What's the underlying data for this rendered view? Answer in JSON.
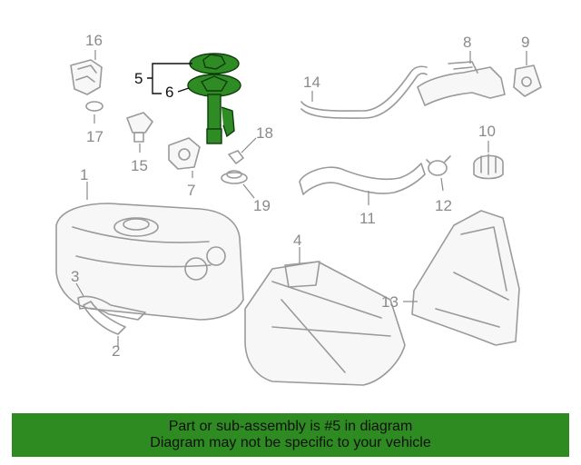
{
  "callouts": {
    "c1": "1",
    "c2": "2",
    "c3": "3",
    "c4": "4",
    "c5": "5",
    "c6": "6",
    "c7": "7",
    "c8": "8",
    "c9": "9",
    "c10": "10",
    "c11": "11",
    "c12": "12",
    "c13": "13",
    "c14": "14",
    "c15": "15",
    "c16": "16",
    "c17": "17",
    "c18": "18",
    "c19": "19"
  },
  "colors": {
    "highlight": "#2f8c25",
    "footer_bg": "#2e8b22",
    "line": "#9a9a9a"
  },
  "footer": {
    "line1": "Part or sub-assembly is #5 in diagram",
    "line2": "Diagram may not be specific to your vehicle"
  }
}
